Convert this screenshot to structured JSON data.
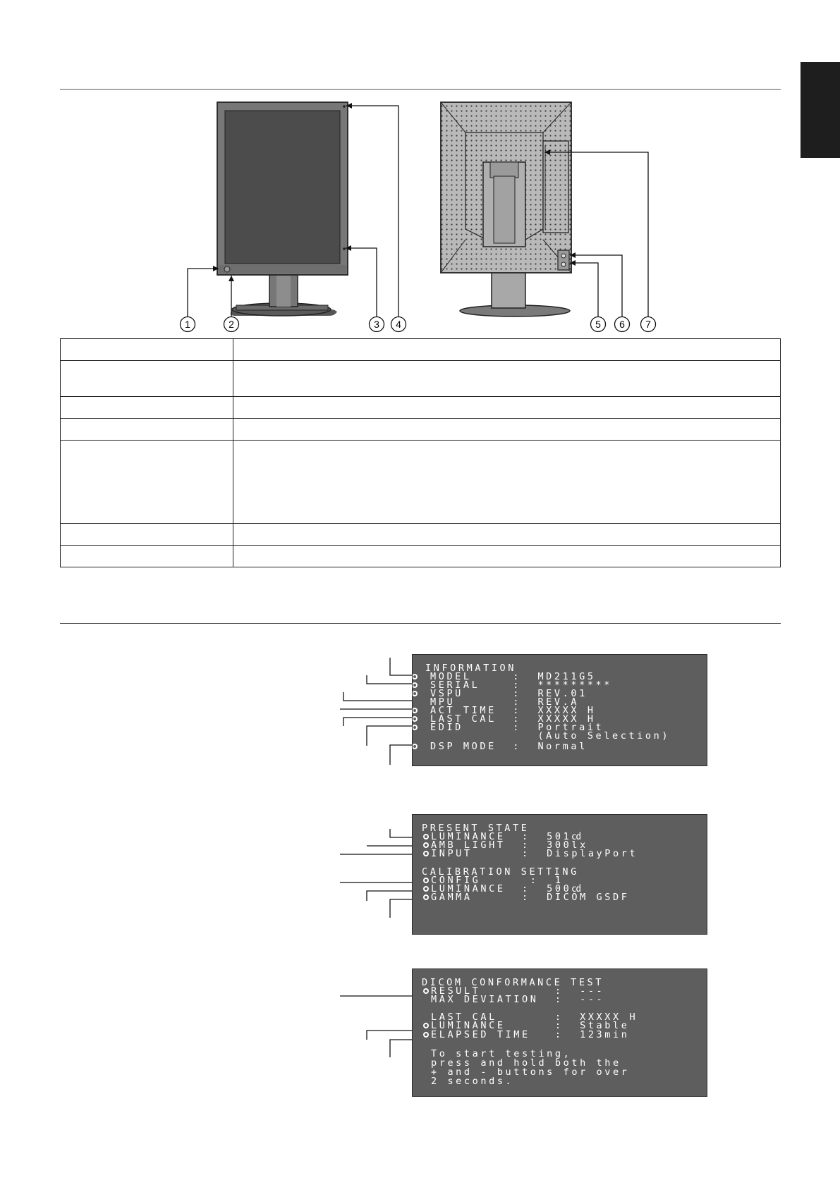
{
  "callouts": [
    "1",
    "2",
    "3",
    "4",
    "5",
    "6",
    "7"
  ],
  "spec_table": {
    "rows": [
      {
        "label": "",
        "value": ""
      },
      {
        "label": "",
        "value": ""
      },
      {
        "label": "",
        "value": ""
      },
      {
        "label": "",
        "value": ""
      },
      {
        "label": "",
        "value": ""
      },
      {
        "label": "",
        "value": ""
      },
      {
        "label": "",
        "value": ""
      }
    ]
  },
  "osd_information": {
    "title": "INFORMATION",
    "lines": [
      "MODEL     :  MD211G5",
      "SERIAL    :  *********",
      "VSPU      :  REV.01",
      "MPU       :  REV.A",
      "ACT TIME  :  XXXXX H",
      "LAST CAL  :  XXXXX H",
      "EDID      :  Portrait",
      "             (Auto Selection)",
      "DSP MODE  :  Normal"
    ]
  },
  "osd_present_state": {
    "title": "PRESENT STATE",
    "lines": [
      "LUMINANCE  :  501㏅",
      "AMB LIGHT  :  300lx",
      "INPUT      :  DisplayPort",
      "CALIBRATION SETTING",
      "CONFIG      :  1",
      "LUMINANCE  :  500㏅",
      "GAMMA      :  DICOM GSDF"
    ]
  },
  "osd_dicom_test": {
    "title": "DICOM CONFORMANCE TEST",
    "lines": [
      "RESULT         :  ---",
      "MAX DEVIATION  :  ---",
      "LAST CAL       :  XXXXX H",
      "LUMINANCE      :  Stable",
      "ELAPSED TIME   :  123min",
      "To start testing,",
      "press and hold both the",
      "+ and - buttons for over",
      "2 seconds."
    ]
  }
}
